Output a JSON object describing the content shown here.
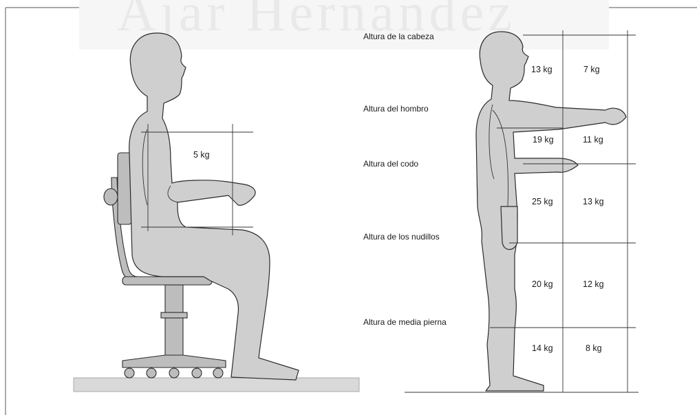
{
  "watermark": "Ajar Hernandez",
  "standing_heights": [
    "Altura de la cabeza",
    "Altura del hombro",
    "Altura del codo",
    "Altura de los nudillos",
    "Altura de media pierna"
  ],
  "seated_weight_label": "5 kg",
  "standing_weights": {
    "zone_1": {
      "near": "13 kg",
      "far": "7 kg"
    },
    "zone_2": {
      "near": "19 kg",
      "far": "11 kg"
    },
    "zone_3": {
      "near": "25 kg",
      "far": "13 kg"
    },
    "zone_4": {
      "near": "20 kg",
      "far": "12 kg"
    },
    "zone_5": {
      "near": "14 kg",
      "far": "8 kg"
    }
  },
  "colors": {
    "figure_fill": "#cfcfcf",
    "chair_fill": "#bdbdbd",
    "floor": "#d9d9d9",
    "outline": "#2a2a2a"
  }
}
